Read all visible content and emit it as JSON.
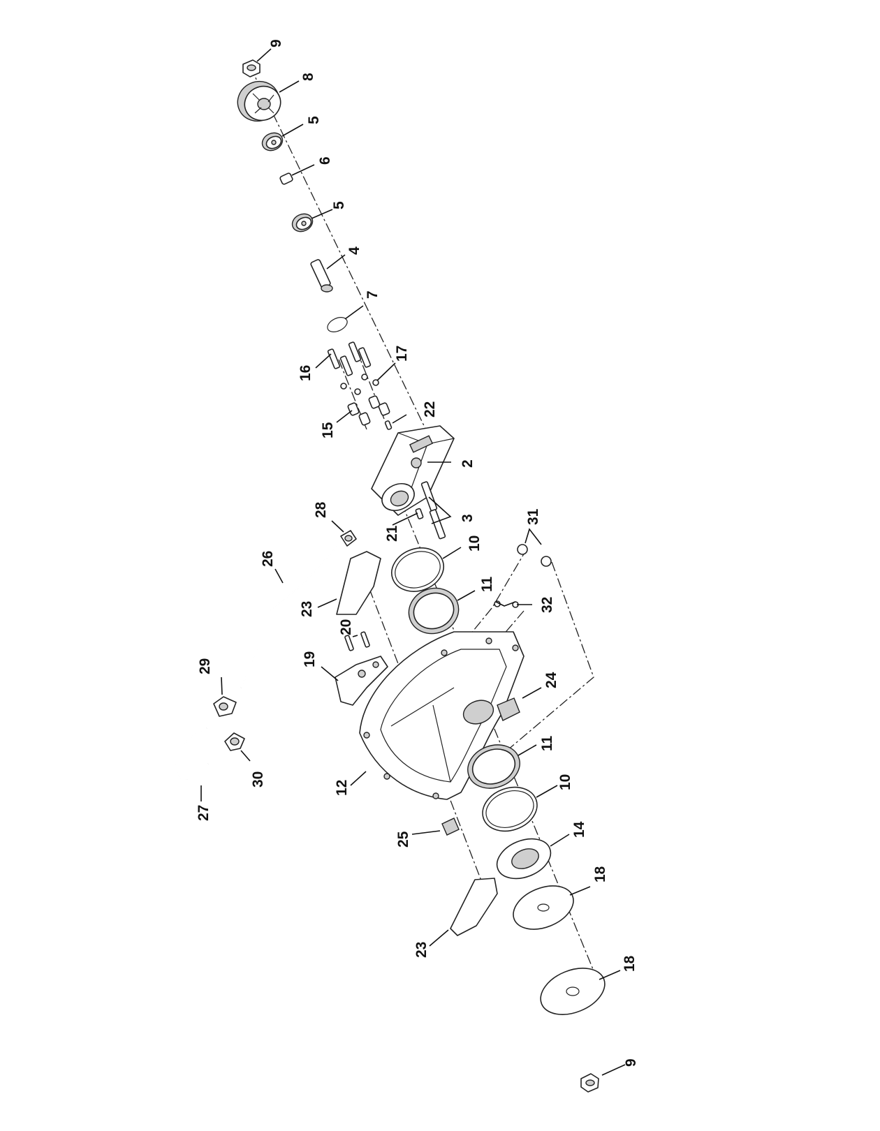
{
  "diagram": {
    "callouts": [
      {
        "id": "c9a",
        "text": "9"
      },
      {
        "id": "c8",
        "text": "8"
      },
      {
        "id": "c5a",
        "text": "5"
      },
      {
        "id": "c6",
        "text": "6"
      },
      {
        "id": "c5b",
        "text": "5"
      },
      {
        "id": "c4",
        "text": "4"
      },
      {
        "id": "c7",
        "text": "7"
      },
      {
        "id": "c16",
        "text": "16"
      },
      {
        "id": "c17",
        "text": "17"
      },
      {
        "id": "c15",
        "text": "15"
      },
      {
        "id": "c22",
        "text": "22"
      },
      {
        "id": "c2",
        "text": "2"
      },
      {
        "id": "c28",
        "text": "28"
      },
      {
        "id": "c21",
        "text": "21"
      },
      {
        "id": "c3",
        "text": "3"
      },
      {
        "id": "c10a",
        "text": "10"
      },
      {
        "id": "c31",
        "text": "31"
      },
      {
        "id": "c26",
        "text": "26"
      },
      {
        "id": "c11a",
        "text": "11"
      },
      {
        "id": "c23a",
        "text": "23"
      },
      {
        "id": "c32",
        "text": "32"
      },
      {
        "id": "c20",
        "text": "20"
      },
      {
        "id": "c29",
        "text": "29"
      },
      {
        "id": "c19",
        "text": "19"
      },
      {
        "id": "c24",
        "text": "24"
      },
      {
        "id": "c11b",
        "text": "11"
      },
      {
        "id": "c30",
        "text": "30"
      },
      {
        "id": "c12",
        "text": "12"
      },
      {
        "id": "c10b",
        "text": "10"
      },
      {
        "id": "c27",
        "text": "27"
      },
      {
        "id": "c14",
        "text": "14"
      },
      {
        "id": "c25",
        "text": "25"
      },
      {
        "id": "c18a",
        "text": "18"
      },
      {
        "id": "c23b",
        "text": "23"
      },
      {
        "id": "c18b",
        "text": "18"
      },
      {
        "id": "c9b",
        "text": "9"
      }
    ]
  }
}
